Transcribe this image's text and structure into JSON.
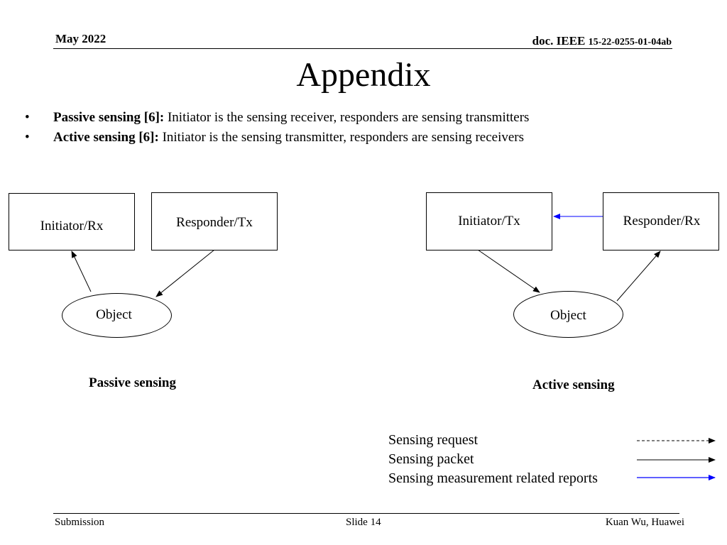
{
  "header": {
    "date": "May 2022",
    "doc_prefix": "doc. IEEE",
    "doc_number": "15-22-0255-01-04ab"
  },
  "title": "Appendix",
  "bullets": [
    {
      "bold": "Passive sensing [6]:",
      "text": " Initiator is the sensing receiver, responders are sensing transmitters"
    },
    {
      "bold": "Active sensing [6]:",
      "text": " Initiator is the sensing transmitter, responders are sensing receivers"
    }
  ],
  "passive_diagram": {
    "initiator_label": "Initiator/Rx",
    "responder_label": "Responder/Tx",
    "object_label": "Object",
    "caption": "Passive sensing"
  },
  "active_diagram": {
    "initiator_label": "Initiator/Tx",
    "responder_label": "Responder/Rx",
    "object_label": "Object",
    "caption": "Active sensing"
  },
  "legend": [
    {
      "label": "Sensing request",
      "style": "dashed",
      "color": "#000000"
    },
    {
      "label": "Sensing packet",
      "style": "solid",
      "color": "#000000"
    },
    {
      "label": "Sensing measurement related reports",
      "style": "solid",
      "color": "#0000ff"
    }
  ],
  "footer": {
    "left": "Submission",
    "center": "Slide 14",
    "right": "Kuan Wu, Huawei"
  }
}
